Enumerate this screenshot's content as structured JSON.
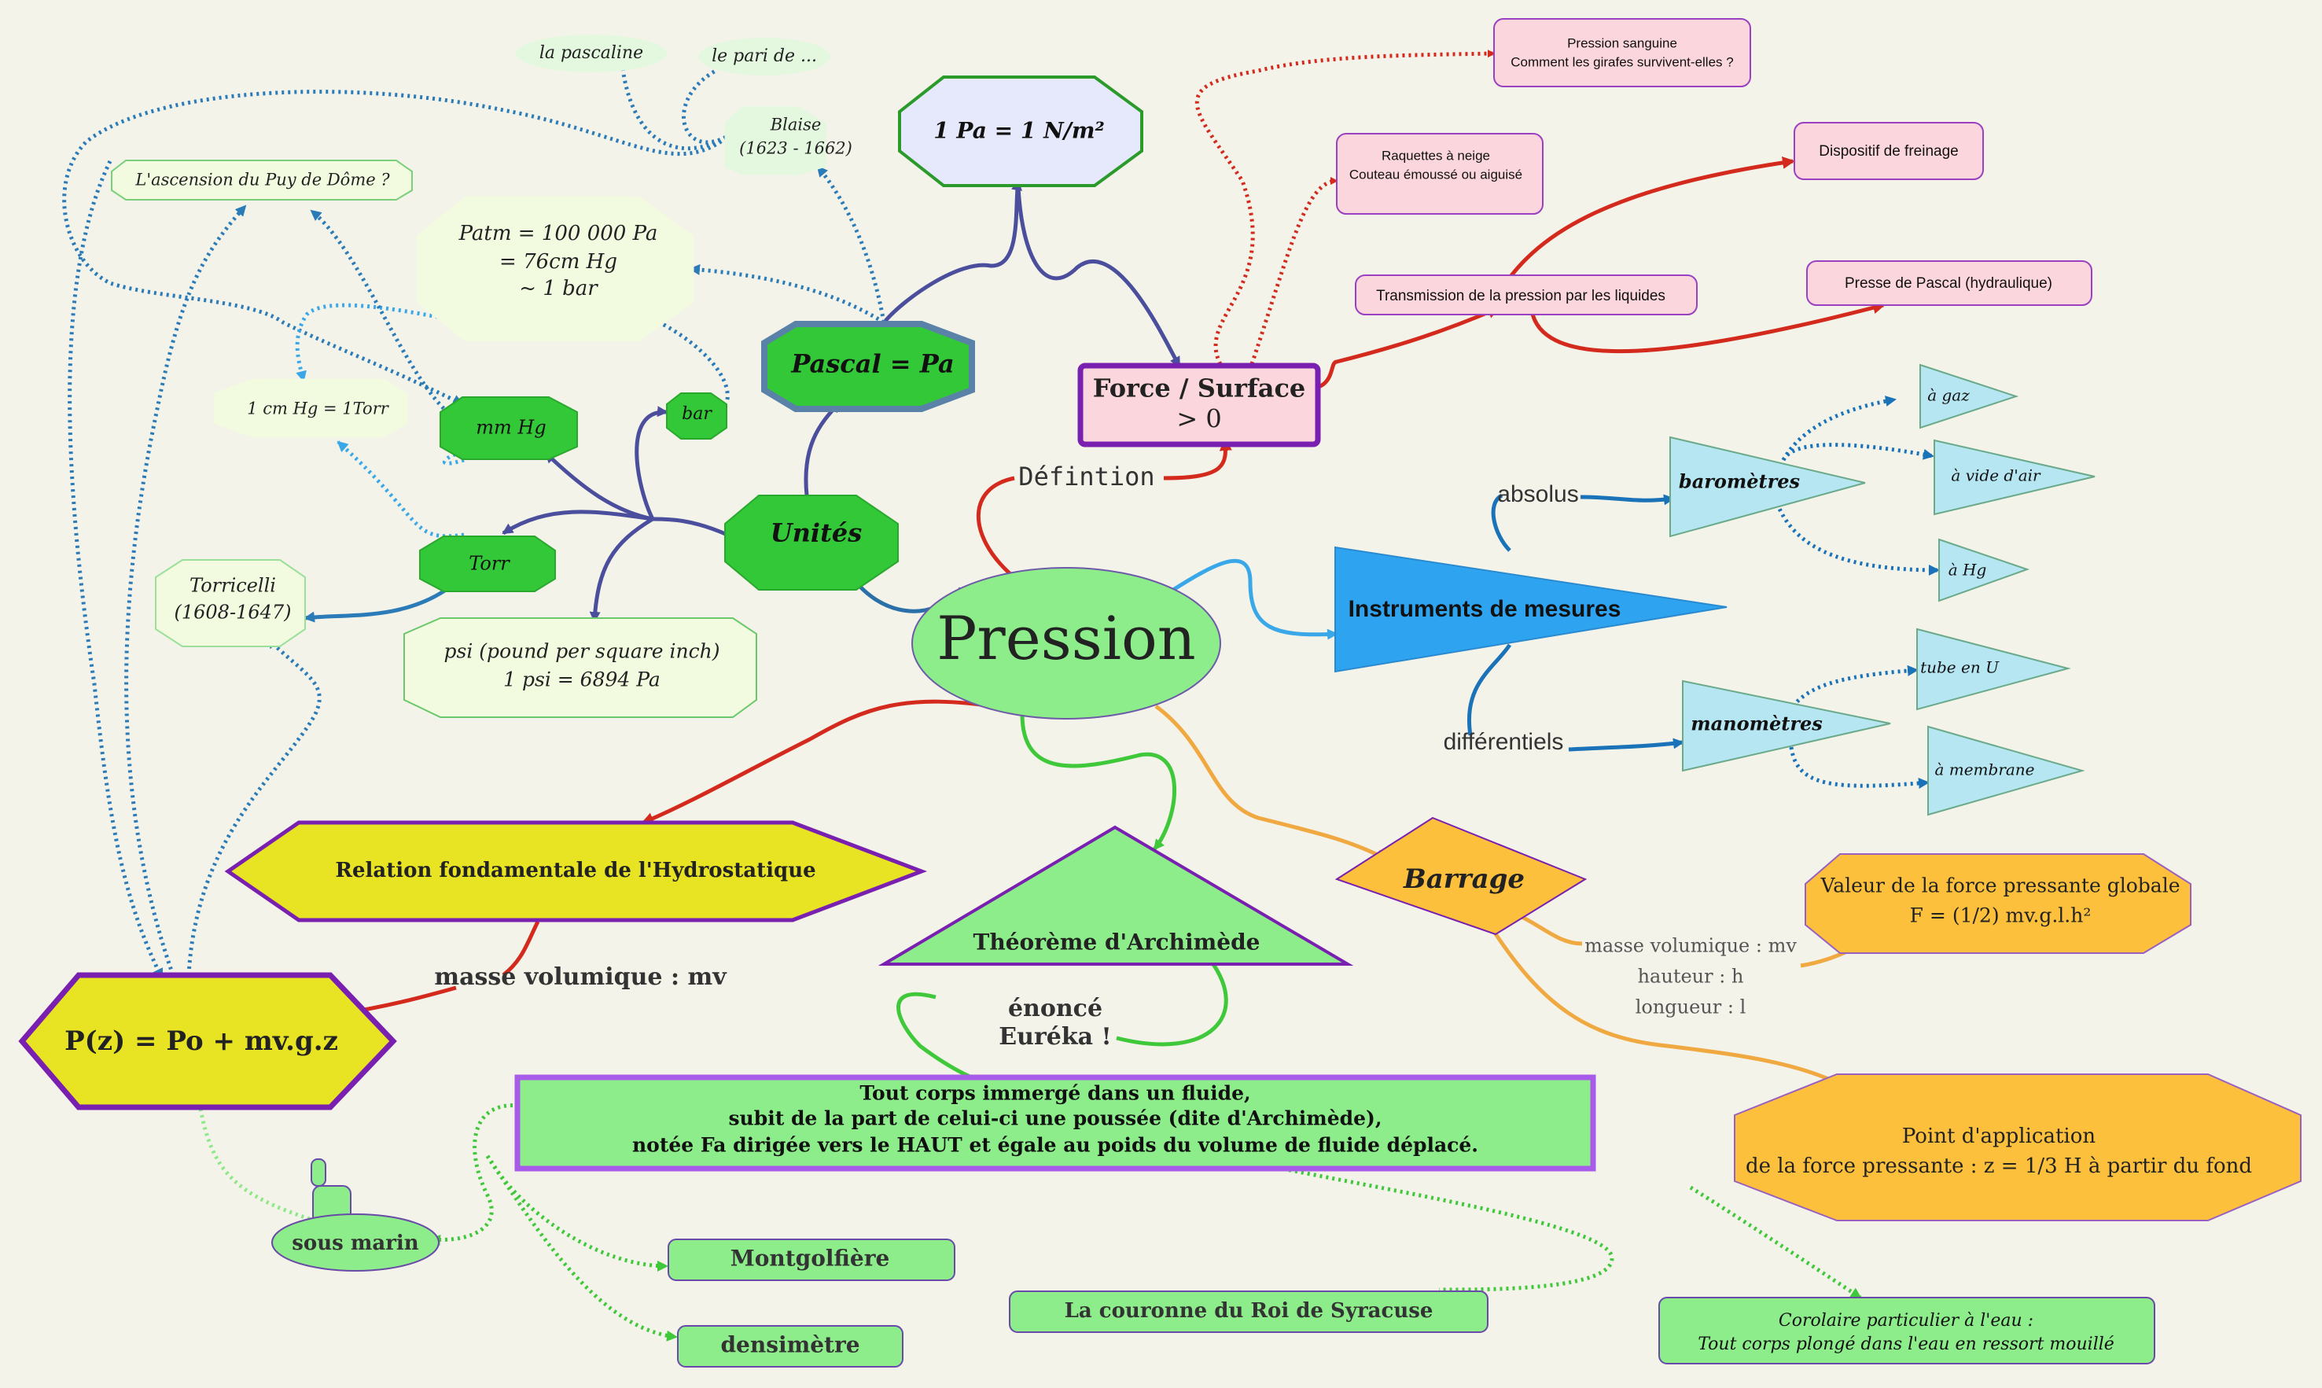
{
  "central": "Pression",
  "definition": {
    "label": "Défintion",
    "box": [
      "Force / Surface",
      "> 0"
    ],
    "examples": {
      "pression_sanguine": [
        "Pression sanguine",
        "Comment les girafes survivent-elles ?"
      ],
      "raquettes": [
        "Raquettes à neige",
        "Couteau émoussé ou aiguisé"
      ],
      "freinage": "Dispositif de freinage",
      "transmission": "Transmission de la pression par les liquides",
      "presse": "Presse de Pascal (hydraulique)"
    }
  },
  "units": {
    "label": "Unités",
    "pascal": "Pascal = Pa",
    "pa_def": "1 Pa = 1 N/m²",
    "blaise": [
      "Blaise",
      "(1623 - 1662)"
    ],
    "pascaline": "la  pascaline",
    "pari": "le pari de ...",
    "patm": [
      "Patm = 100 000 Pa",
      "= 76cm Hg",
      "~ 1 bar"
    ],
    "puy": "L'ascension du Puy de Dôme ?",
    "cmhg": "1 cm Hg = 1Torr",
    "mmhg": "mm Hg",
    "bar": "bar",
    "torr": "Torr",
    "torricelli": [
      "Torricelli",
      "(1608-1647)"
    ],
    "psi": [
      "psi (pound per square inch)",
      "1 psi = 6894 Pa"
    ]
  },
  "instruments": {
    "label": "Instruments de mesures",
    "absolus": "absolus",
    "differentiels": "différentiels",
    "barometres": "baromètres",
    "baro_items": [
      "à gaz",
      "à vide d'air",
      "à Hg"
    ],
    "manometres": "manomètres",
    "mano_items": [
      "tube en U",
      "à membrane"
    ]
  },
  "barrage": {
    "label": "Barrage",
    "params": [
      "masse volumique : mv",
      "hauteur : h",
      "longueur : l"
    ],
    "force": [
      "Valeur de la force pressante globale",
      "F = (1/2) mv.g.l.h²"
    ],
    "point": [
      "Point d'application",
      "de la force pressante : z = 1/3 H à partir du fond"
    ]
  },
  "archimede": {
    "title": "Théorème d'Archimède",
    "enonce": [
      "énoncé",
      "Euréka !"
    ],
    "statement": [
      "Tout corps immergé dans un fluide,",
      "subit de la part de celui-ci une poussée (dite d'Archimède),",
      "notée Fa dirigée vers le HAUT et égale au poids du volume de fluide déplacé."
    ],
    "sousmarin": "sous marin",
    "montgolfiere": "Montgolfière",
    "densimetre": "densimètre",
    "couronne": "La couronne du Roi de Syracuse",
    "corolaire": [
      "Corolaire particulier à l'eau :",
      "Tout corps plongé dans l'eau en ressort mouillé"
    ]
  },
  "hydro": {
    "title": "Relation fondamentale de l'Hydrostatique",
    "mv": "masse volumique : mv",
    "formula": "P(z) = Po + mv.g.z"
  },
  "colors": {
    "red": "#d42a1e",
    "blue_link": "#4a4e9c",
    "dotted_blue": "#2b7bb8",
    "instrument": "#2ea3f0",
    "orange": "#f0a840",
    "green_link": "#3ec83a",
    "yellow": "#e8e424",
    "purple": "#7a20b0"
  }
}
